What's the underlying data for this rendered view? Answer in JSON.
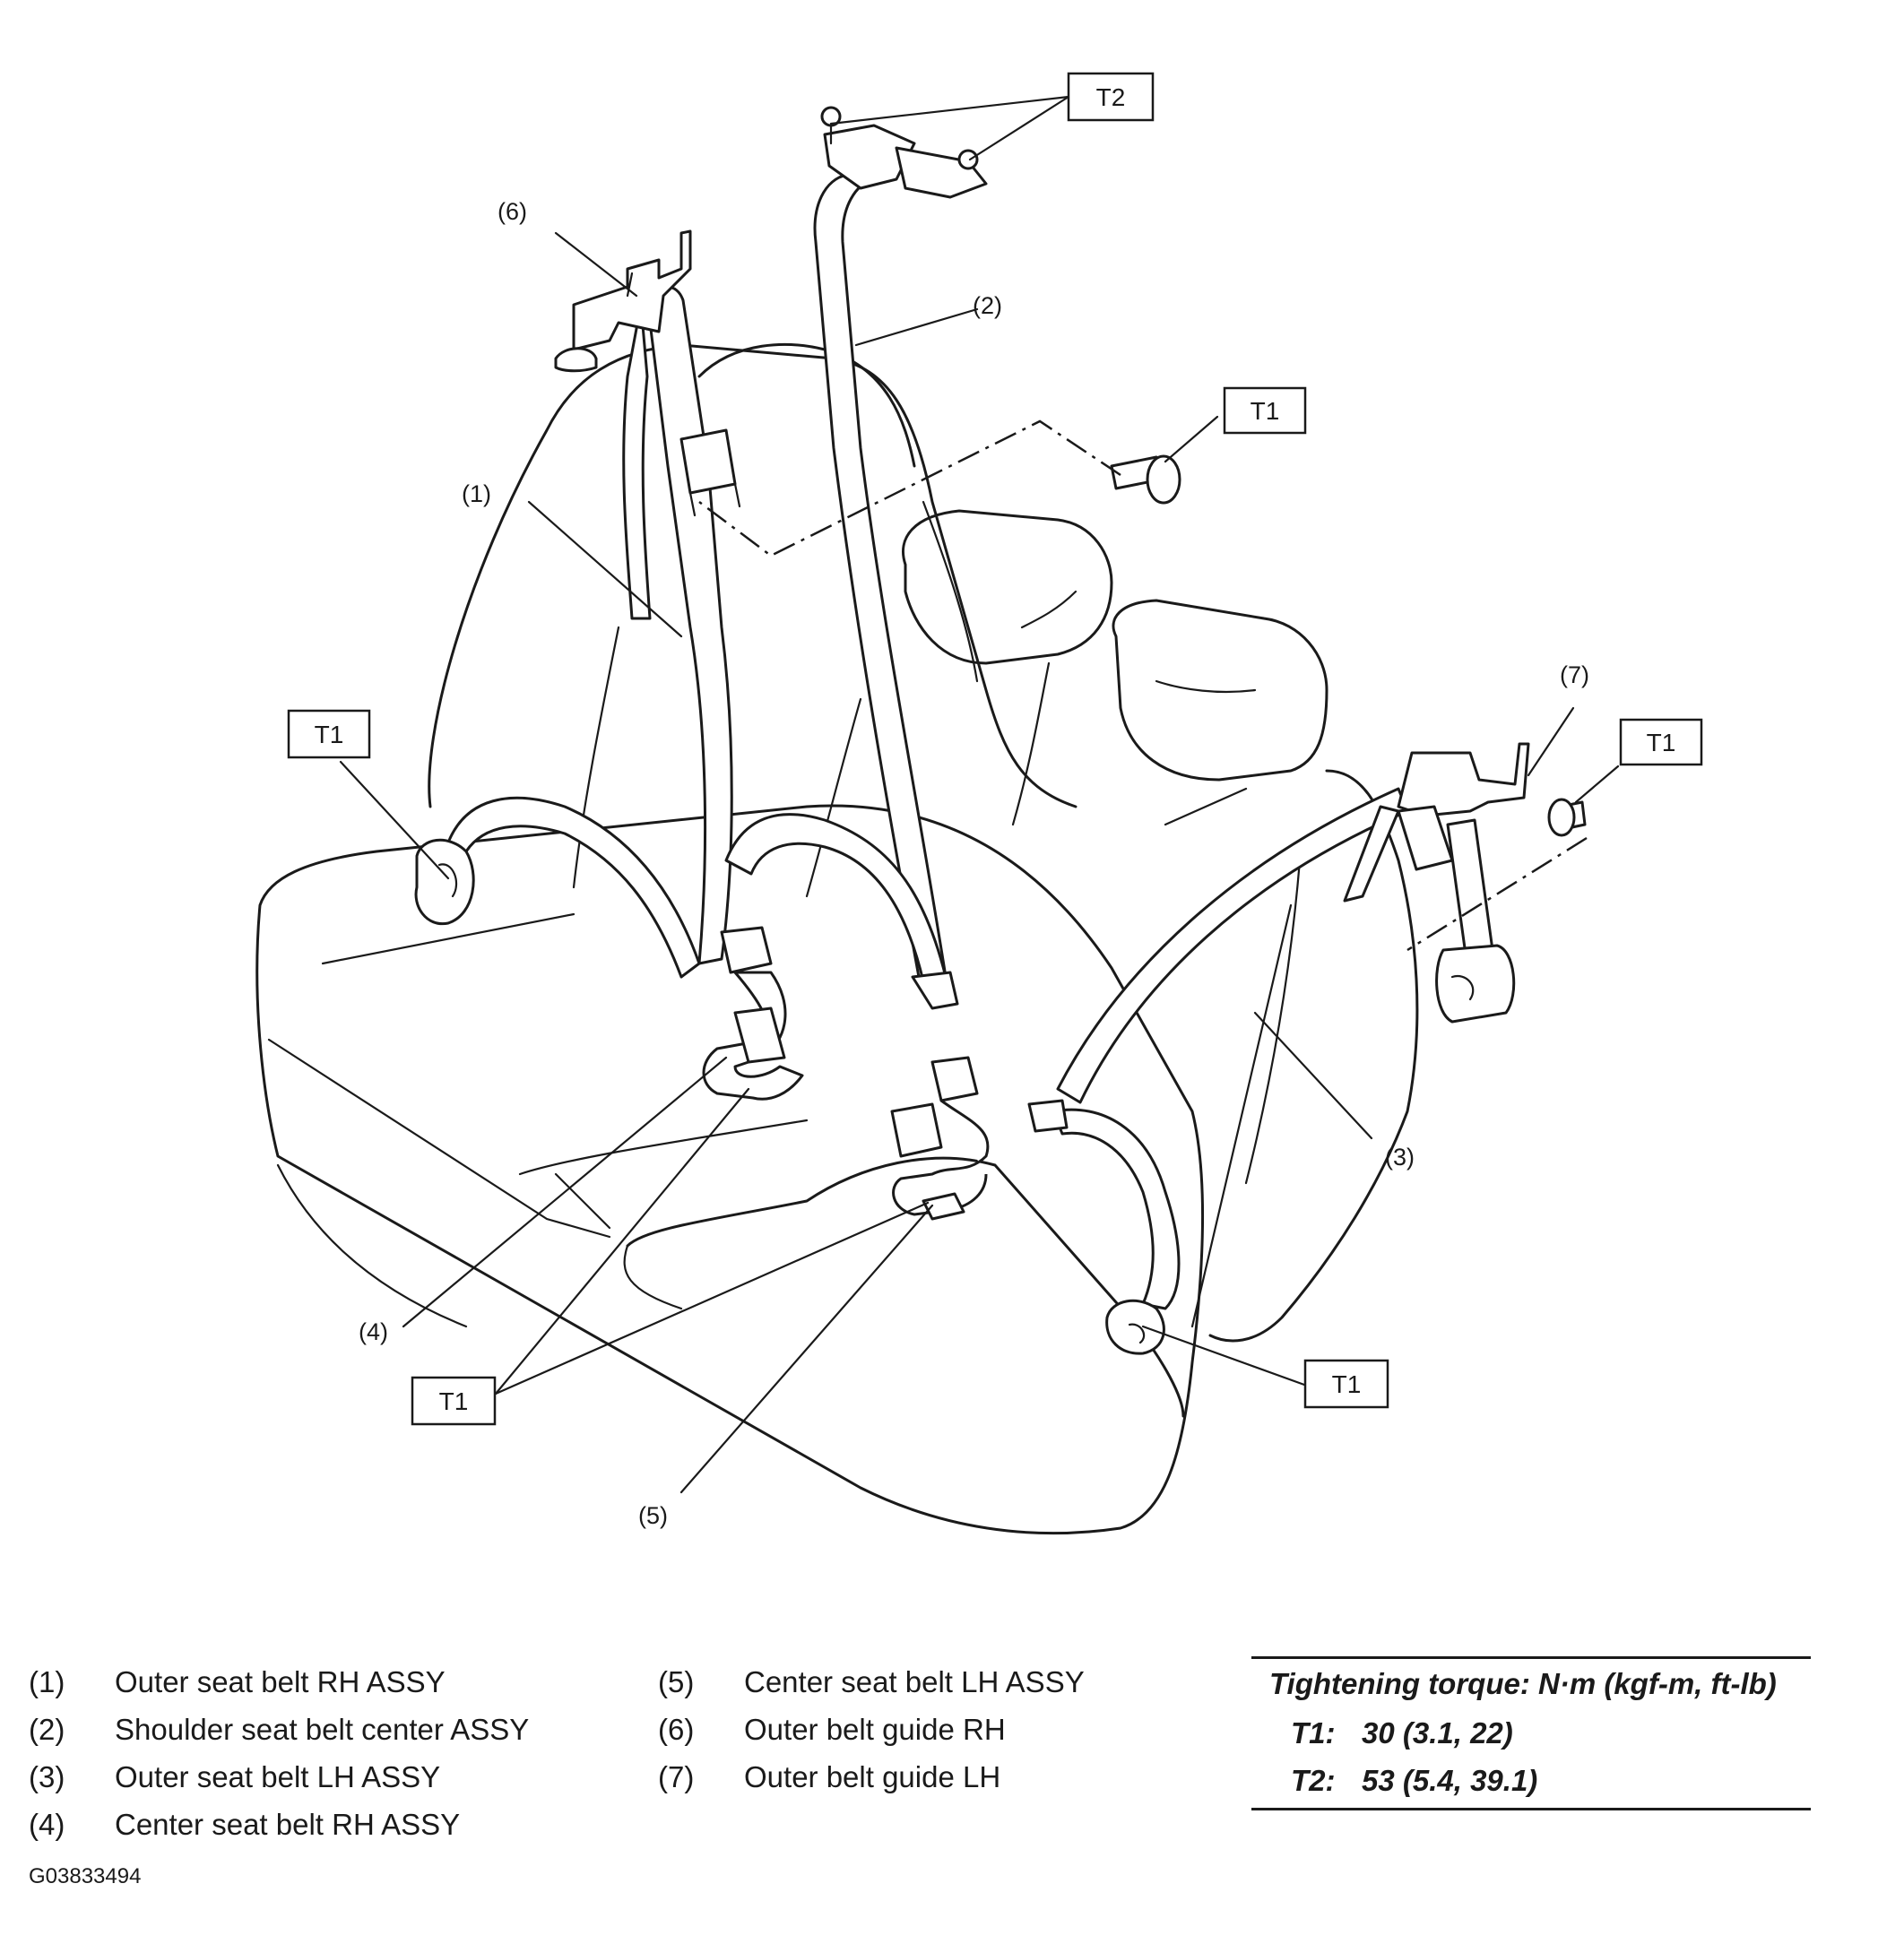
{
  "callouts": {
    "c1": "(1)",
    "c2": "(2)",
    "c3": "(3)",
    "c4": "(4)",
    "c5": "(5)",
    "c6": "(6)",
    "c7": "(7)"
  },
  "torque_tags": {
    "t2_top": "T2",
    "t1_upper_center": "T1",
    "t1_left": "T1",
    "t1_right": "T1",
    "t1_bottom_left": "T1",
    "t1_bottom_right": "T1"
  },
  "legend": {
    "left": [
      {
        "num": "(1)",
        "text": "Outer seat belt RH ASSY"
      },
      {
        "num": "(2)",
        "text": "Shoulder seat belt center ASSY"
      },
      {
        "num": "(3)",
        "text": "Outer seat belt LH ASSY"
      },
      {
        "num": "(4)",
        "text": "Center seat belt RH ASSY"
      }
    ],
    "middle": [
      {
        "num": "(5)",
        "text": "Center seat belt LH ASSY"
      },
      {
        "num": "(6)",
        "text": "Outer belt guide RH"
      },
      {
        "num": "(7)",
        "text": "Outer belt guide LH"
      }
    ]
  },
  "torque_table": {
    "heading": "Tightening torque: N·m (kgf-m, ft-lb)",
    "rows": [
      {
        "key": "T1:",
        "value": "30 (3.1, 22)"
      },
      {
        "key": "T2:",
        "value": "53 (5.4, 39.1)"
      }
    ]
  },
  "figure_code": "G03833494"
}
